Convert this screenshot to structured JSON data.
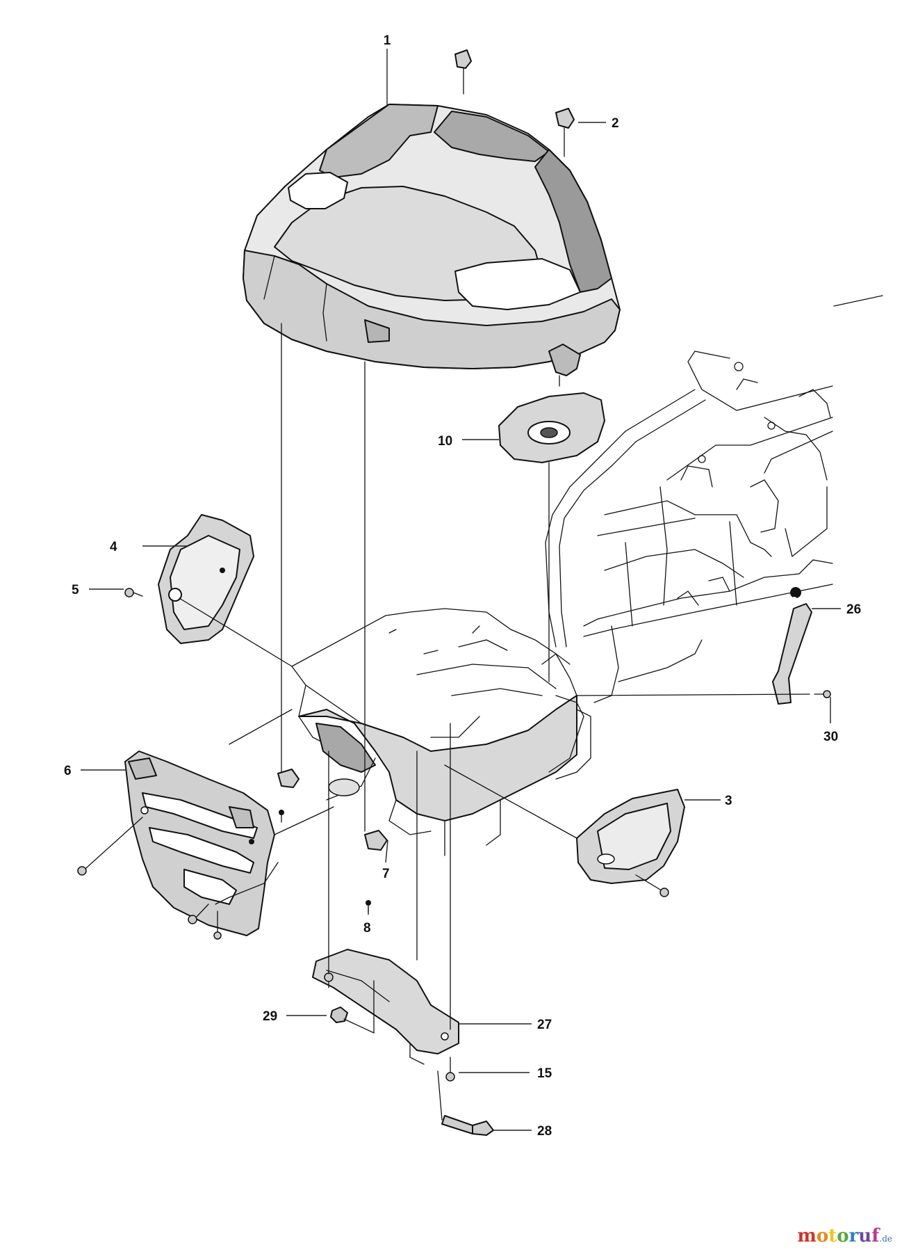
{
  "callouts": {
    "c1": "1",
    "c2": "2",
    "c3": "3",
    "c4": "4",
    "c5": "5",
    "c6": "6",
    "c7": "7",
    "c8": "8",
    "c10": "10",
    "c15": "15",
    "c26": "26",
    "c27": "27",
    "c28": "28",
    "c29": "29",
    "c30": "30"
  },
  "watermark": {
    "m": "m",
    "o1": "o",
    "t": "t",
    "o2": "o",
    "r": "r",
    "u": "u",
    "f": "f",
    "suffix": ".de"
  },
  "colors": {
    "m": "#d1342b",
    "o1": "#e8891c",
    "t": "#f0c419",
    "o2": "#5aa63a",
    "r": "#2f7fc1",
    "u": "#6a4aa0",
    "f": "#c2378a"
  }
}
